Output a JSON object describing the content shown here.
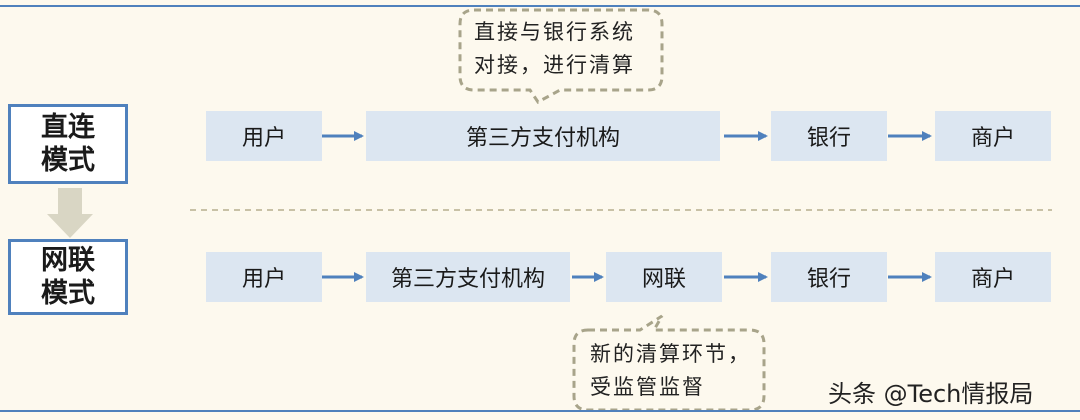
{
  "modes": {
    "direct": {
      "label_line1": "直连",
      "label_line2": "模式"
    },
    "netlink": {
      "label_line1": "网联",
      "label_line2": "模式"
    }
  },
  "direct_flow": {
    "user": "用户",
    "third_party": "第三方支付机构",
    "bank": "银行",
    "merchant": "商户"
  },
  "netlink_flow": {
    "user": "用户",
    "third_party": "第三方支付机构",
    "netlink": "网联",
    "bank": "银行",
    "merchant": "商户"
  },
  "callouts": {
    "top": {
      "line1": "直接与银行系统",
      "line2": "对接，进行清算"
    },
    "bottom": {
      "line1": "新的清算环节，",
      "line2": "受监管监督"
    }
  },
  "watermark": "头条 @Tech情报局",
  "colors": {
    "background": "#fdf9ee",
    "box_fill": "#dce6f1",
    "accent_blue": "#4f81bd",
    "callout_border": "#a8a48a",
    "down_arrow": "#d9d6c4"
  }
}
